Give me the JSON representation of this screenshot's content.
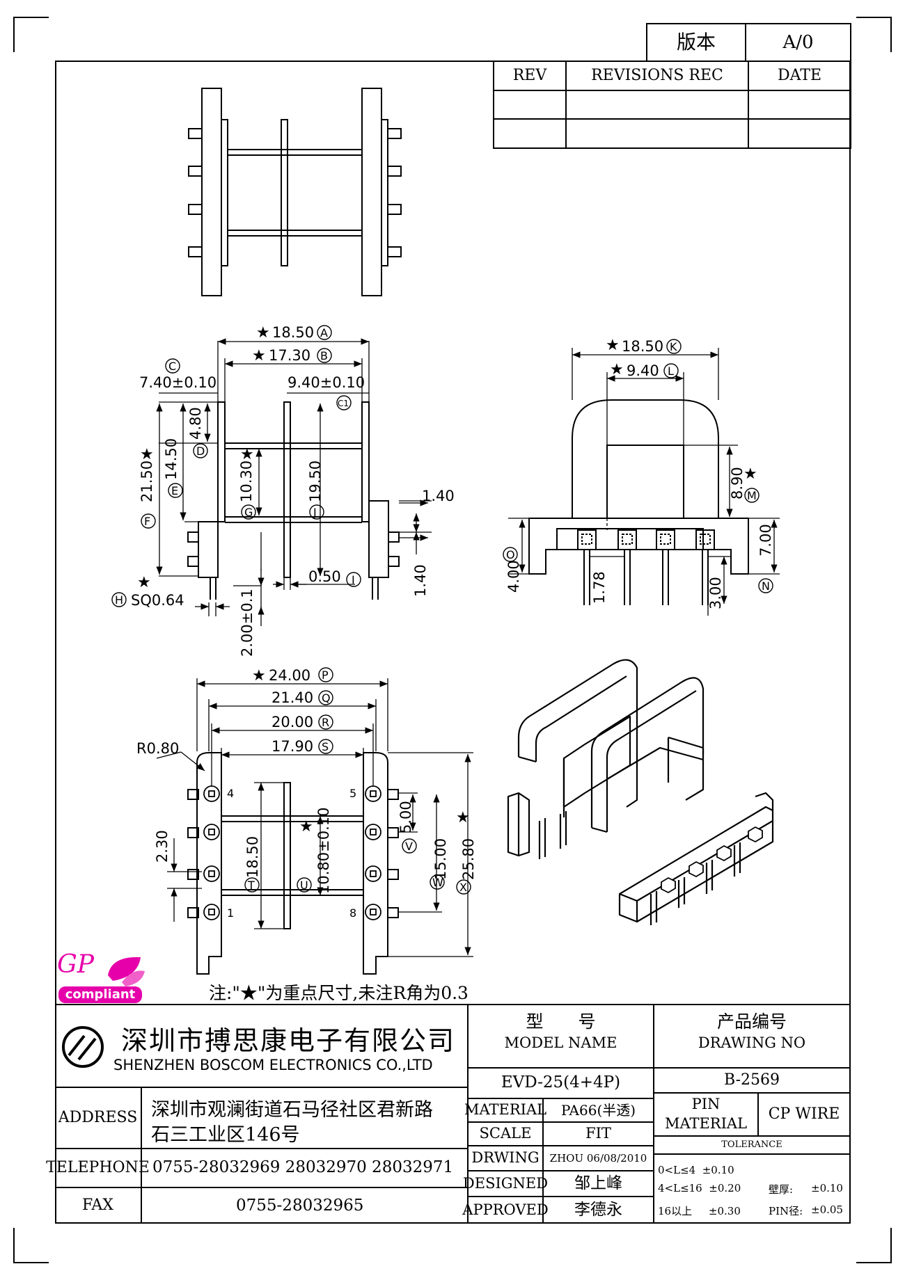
{
  "version_box": {
    "label": "版本",
    "value": "A/0"
  },
  "revisions": {
    "headers": [
      "REV",
      "REVISIONS REC",
      "DATE"
    ],
    "rows": [
      [
        "",
        "",
        ""
      ],
      [
        "",
        "",
        ""
      ]
    ]
  },
  "dimensions": {
    "top_view": {
      "a": "18.50",
      "a_mark": "A",
      "b": "17.30",
      "b_mark": "B",
      "c_mark": "C",
      "c": "7.40±0.10",
      "c1": "9.40±0.10",
      "c1_mark": "C1",
      "d": "4.80",
      "d_mark": "D",
      "e": "14.50",
      "e_mark": "E",
      "f": "21.50",
      "f_mark": "F",
      "g": "10.30",
      "g_mark": "G",
      "h_mark": "H",
      "h": "SQ0.64",
      "i": "0.50",
      "i_mark": "I",
      "j": "19.50",
      "j_mark": "J",
      "pin_offset": "1.40",
      "pin_height": "1.40",
      "pin_pitch": "2.00±0.1"
    },
    "side_view": {
      "k": "18.50",
      "k_mark": "K",
      "l": "9.40",
      "l_mark": "L",
      "m": "8.90",
      "m_mark": "M",
      "n": "7.00",
      "n_mark": "N",
      "o": "4.00",
      "o_mark": "O",
      "pin_spacing": "1.78",
      "pin_length": "3.00"
    },
    "bottom_view": {
      "p": "24.00",
      "p_mark": "P",
      "q": "21.40",
      "q_mark": "Q",
      "r": "20.00",
      "r_mark": "R",
      "s": "17.90",
      "s_mark": "S",
      "radius": "R0.80",
      "pitch": "2.30",
      "t": "18.50",
      "t_mark": "T",
      "u": "10.80±0.10",
      "u_mark": "U",
      "v": "5.00",
      "v_mark": "V",
      "w": "15.00",
      "w_mark": "W",
      "x": "25.80",
      "x_mark": "X",
      "pin_numbers": [
        "4",
        "5",
        "1",
        "8"
      ]
    },
    "star": "★"
  },
  "logo": {
    "top": "GP",
    "bottom": "compliant"
  },
  "note": "注:\"★\"为重点尺寸,未注R角为0.3",
  "company": {
    "name_cn": "深圳市搏思康电子有限公司",
    "name_en": "SHENZHEN BOSCOM ELECTRONICS CO.,LTD",
    "address_label": "ADDRESS",
    "address_line1": "深圳市观澜街道石马径社区君新路",
    "address_line2": "石三工业区146号",
    "telephone_label": "TELEPHONE",
    "telephone": "0755-28032969 28032970 28032971",
    "fax_label": "FAX",
    "fax": "0755-28032965"
  },
  "title_block": {
    "model_cn": "型　　号",
    "model_en": "MODEL NAME",
    "model_value": "EVD-25(4+4P)",
    "drawing_cn": "产品编号",
    "drawing_en": "DRAWING NO",
    "drawing_value": "B-2569",
    "material_label": "MATERIAL",
    "material_value": "PA66(半透)",
    "scale_label": "SCALE",
    "scale_value": "FIT",
    "drawing_label": "DRWING",
    "drawing_by": "ZHOU 06/08/2010",
    "designed_label": "DESIGNED",
    "designed_by": "邹上峰",
    "approved_label": "APPROVED",
    "approved_by": "李德永",
    "pin_material_label_1": "PIN",
    "pin_material_label_2": "MATERIAL",
    "pin_material_value": "CP WIRE",
    "tolerance_label": "TOLERANCE",
    "tol1": "0<L≤4  ±0.10",
    "tol2": "4<L≤16  ±0.20",
    "tol3": "16以上     ±0.30",
    "wall_label": "壁厚:",
    "wall_value": "±0.10",
    "pin_dia_label": "PIN径:",
    "pin_dia_value": "±0.05"
  }
}
